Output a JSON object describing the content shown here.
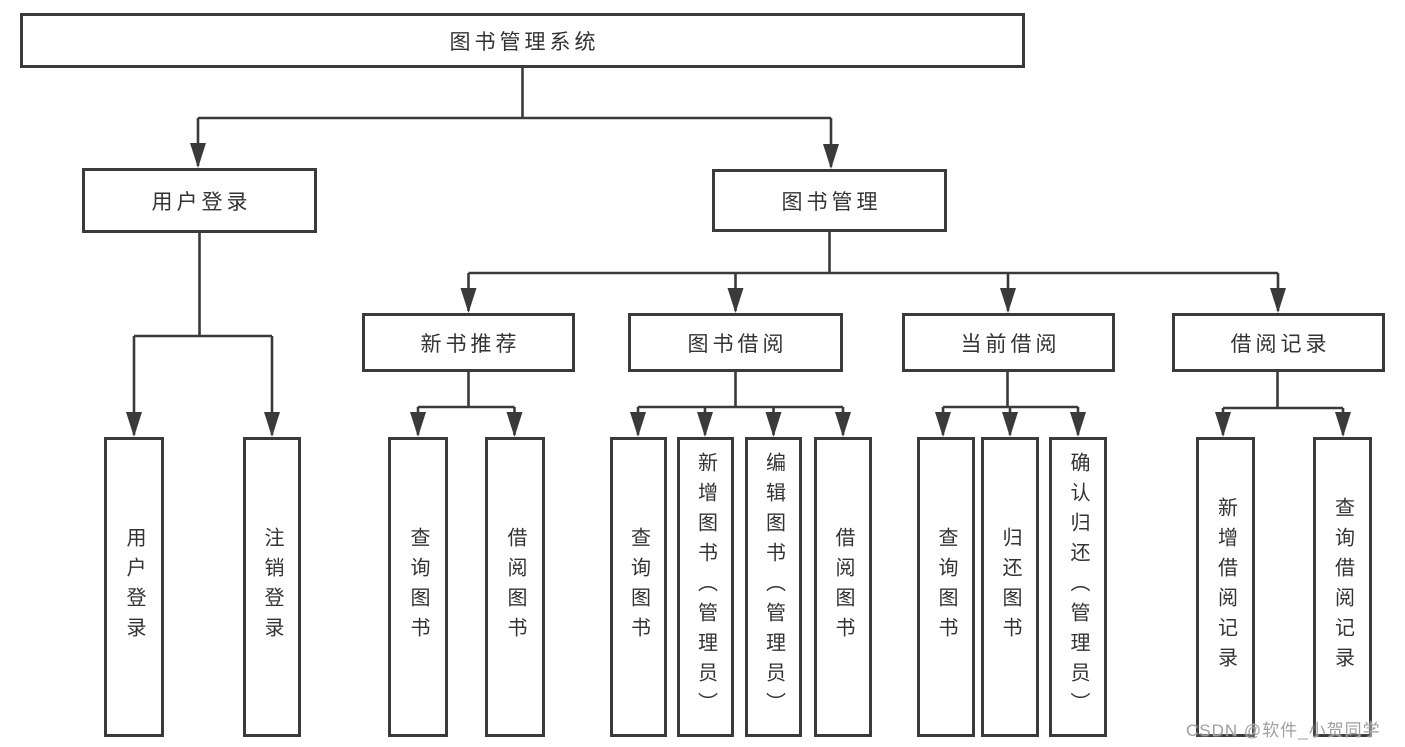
{
  "diagram": {
    "nodes": {
      "root": "图书管理系统",
      "user_login": "用户登录",
      "book_mgmt": "图书管理",
      "new_book_rec": "新书推荐",
      "book_borrow": "图书借阅",
      "current_borrow": "当前借阅",
      "borrow_record": "借阅记录",
      "ul_login": "用户登录",
      "ul_logout": "注销登录",
      "nb_query": "查询图书",
      "nb_borrow": "借阅图书",
      "bb_query": "查询图书",
      "bb_add": "新增图书（管理员）",
      "bb_edit": "编辑图书（管理员）",
      "bb_borrow": "借阅图书",
      "cb_query": "查询图书",
      "cb_return": "归还图书",
      "cb_confirm": "确认归还（管理员）",
      "br_add": "新增借阅记录",
      "br_query": "查询借阅记录"
    },
    "structure": {
      "图书管理系统": {
        "用户登录": [
          "用户登录",
          "注销登录"
        ],
        "图书管理": {
          "新书推荐": [
            "查询图书",
            "借阅图书"
          ],
          "图书借阅": [
            "查询图书",
            "新增图书（管理员）",
            "编辑图书（管理员）",
            "借阅图书"
          ],
          "当前借阅": [
            "查询图书",
            "归还图书",
            "确认归还（管理员）"
          ],
          "借阅记录": [
            "新增借阅记录",
            "查询借阅记录"
          ]
        }
      }
    }
  },
  "watermark": "CSDN @软件_小贺同学",
  "colors": {
    "line": "#3a3a3a",
    "text": "#333333",
    "box_background": "#ffffff",
    "page_background": "#ffffff",
    "watermark": "#9f9f9f"
  }
}
